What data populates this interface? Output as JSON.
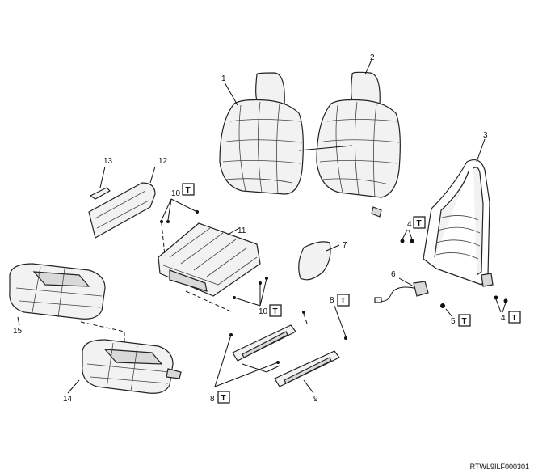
{
  "diagram": {
    "figure_code": "RTWL9ILF000301",
    "torque_symbol": "T",
    "callouts": [
      "1",
      "2",
      "3",
      "4",
      "4",
      "5",
      "6",
      "7",
      "8",
      "8",
      "9",
      "10",
      "10",
      "11",
      "12",
      "13",
      "14",
      "15"
    ]
  }
}
